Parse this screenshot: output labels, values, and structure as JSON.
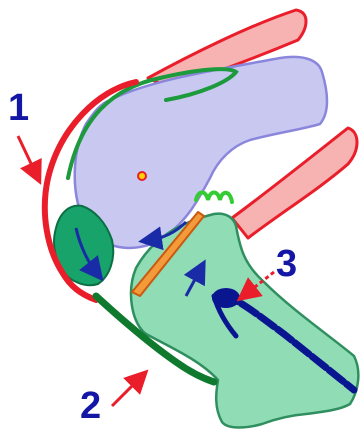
{
  "labels": {
    "one": "1",
    "two": "2",
    "three": "3"
  },
  "colors": {
    "femur_fill": "#c9c8f1",
    "femur_stroke": "#8a86dc",
    "tibia_fill": "#8fdcb5",
    "tibia_stroke": "#2f8f5f",
    "muscle_fill": "#f7b2b2",
    "muscle_stroke": "#ea1e2a",
    "ligament_red": "#ea1e2a",
    "ligament_green": "#1c9a3c",
    "patella_fill": "#17a36a",
    "patella_stroke": "#0b6f43",
    "cartilage_orange": "#f39a3a",
    "cartilage_green": "#33cc33",
    "number_blue": "#1417a6",
    "arrow_red": "#ea1e2a",
    "direction_arrow_blue": "#1a2ba8",
    "dark_blue": "#0a1590",
    "center_dot": "#ea1e2a",
    "center_dot_fill": "#ffd400"
  }
}
